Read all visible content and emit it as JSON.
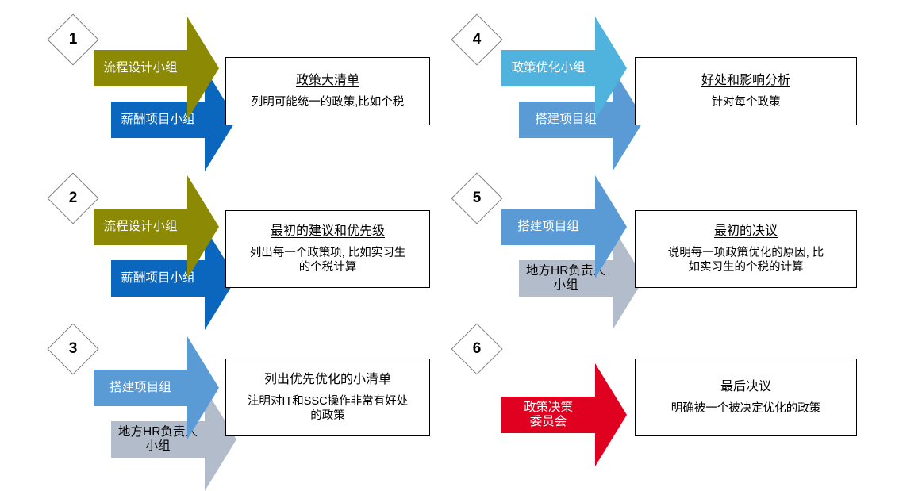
{
  "diagram": {
    "title_text": "",
    "background": "#ffffff",
    "colors": {
      "olive": "#8C8A05",
      "blue_dark": "#0B66BD",
      "blue_medium": "#5B9BD5",
      "blue_light": "#4FB3DE",
      "gray": "#B2BCCA",
      "red": "#E00020",
      "badge_border": "#808080",
      "box_border": "#000000",
      "text_light": "#ffffff",
      "text_dark": "#000000"
    },
    "steps": [
      {
        "number": "1",
        "arrows": [
          {
            "label": "流程设计小组",
            "color": "#8C8A05",
            "text_color": "#ffffff"
          },
          {
            "label": "薪酬项目小组",
            "color": "#0B66BD",
            "text_color": "#ffffff"
          }
        ],
        "box": {
          "title": "政策大清单",
          "body": "列明可能统一的政策,比如个税"
        }
      },
      {
        "number": "2",
        "arrows": [
          {
            "label": "流程设计小组",
            "color": "#8C8A05",
            "text_color": "#ffffff"
          },
          {
            "label": "薪酬项目小组",
            "color": "#0B66BD",
            "text_color": "#ffffff"
          }
        ],
        "box": {
          "title": "最初的建议和优先级",
          "body": "列出每一个政策项, 比如实习生\n的个税计算"
        }
      },
      {
        "number": "3",
        "arrows": [
          {
            "label": "搭建项目组",
            "color": "#5B9BD5",
            "text_color": "#ffffff"
          },
          {
            "label": "地方HR负责人\n小组",
            "color": "#B2BCCA",
            "text_color": "#000000"
          }
        ],
        "box": {
          "title": "列出优先优化的小清单",
          "body": "注明对IT和SSC操作非常有好处\n的政策"
        }
      },
      {
        "number": "4",
        "arrows": [
          {
            "label": "政策优化小组",
            "color": "#4FB3DE",
            "text_color": "#ffffff"
          },
          {
            "label": "搭建项目组",
            "color": "#5B9BD5",
            "text_color": "#ffffff"
          }
        ],
        "box": {
          "title": "好处和影响分析",
          "body": "针对每个政策"
        }
      },
      {
        "number": "5",
        "arrows": [
          {
            "label": "搭建项目组",
            "color": "#5B9BD5",
            "text_color": "#ffffff"
          },
          {
            "label": "地方HR负责人\n小组",
            "color": "#B2BCCA",
            "text_color": "#000000"
          }
        ],
        "box": {
          "title": "最初的决议",
          "body": "说明每一项政策优化的原因, 比\n如实习生的个税的计算"
        }
      },
      {
        "number": "6",
        "arrows": [
          {
            "label": "政策决策\n委员会",
            "color": "#E00020",
            "text_color": "#ffffff"
          }
        ],
        "box": {
          "title": "最后决议",
          "body": "明确被一个被决定优化的政策"
        }
      }
    ]
  }
}
